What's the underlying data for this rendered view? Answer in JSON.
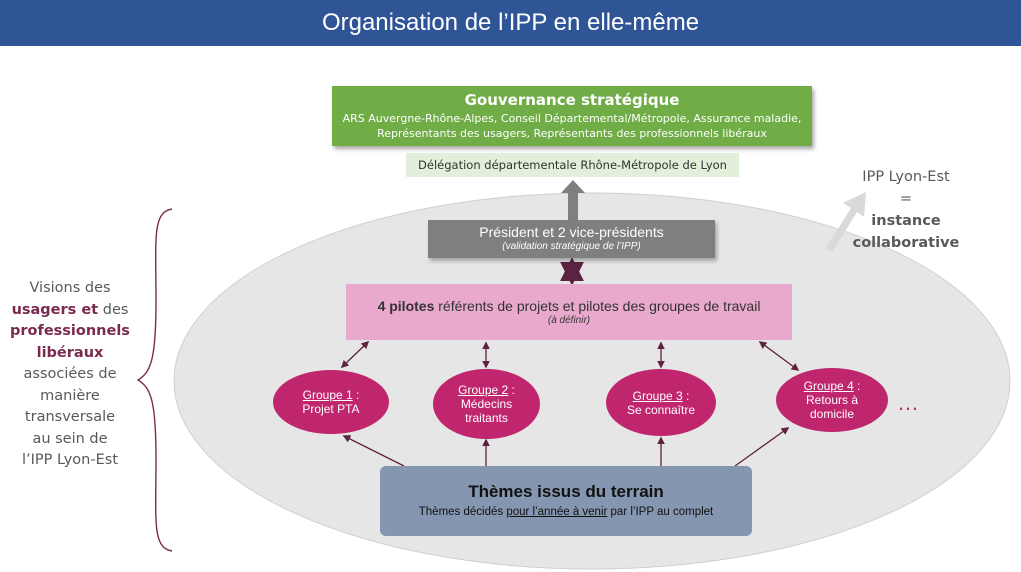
{
  "title": "Organisation de l’IPP en elle-même",
  "colors": {
    "title_bar": "#2f5597",
    "gouvernance": "#70ad47",
    "delegation": "#e2efda",
    "president": "#7f7f7f",
    "pilotes": "#e9a9cc",
    "groupe": "#c0266e",
    "themes": "#8496b0",
    "ellipse": "#e7e6e6"
  },
  "gouvernance": {
    "title": "Gouvernance stratégique",
    "subtitle": "ARS Auvergne-Rhône-Alpes, Conseil Départemental/Métropole, Assurance maladie, Représentants des usagers, Représentants des professionnels libéraux"
  },
  "delegation": "Délégation départementale Rhône-Métropole de Lyon",
  "president": {
    "title": "Président et 2 vice-présidents",
    "subtitle": "(validation stratégique de l’IPP)"
  },
  "pilotes": {
    "bold": "4 pilotes",
    "rest": " référents de projets et pilotes des groupes de travail",
    "subtitle": "(à définir)"
  },
  "groups": [
    {
      "label": "Groupe 1",
      "suffix": " :",
      "line1": "Projet PTA",
      "line2": ""
    },
    {
      "label": "Groupe 2",
      "suffix": " :",
      "line1": "Médecins",
      "line2": "traitants"
    },
    {
      "label": "Groupe 3",
      "suffix": " :",
      "line1": "Se connaître",
      "line2": ""
    },
    {
      "label": "Groupe 4",
      "suffix": " :",
      "line1": "Retours à",
      "line2": "domicile"
    }
  ],
  "ellipsis": "…",
  "themes": {
    "title": "Thèmes issus du terrain",
    "sub_before": "Thèmes décidés ",
    "sub_underlined": "pour l’année à venir",
    "sub_after": " par l’IPP au complet"
  },
  "ipp_note": {
    "line1": "IPP Lyon-Est",
    "line2": "=",
    "line3": "instance",
    "line4": "collaborative"
  },
  "visions": {
    "l1": "Visions des",
    "l2_bold1": "usagers",
    "l2_bold2": " et",
    "l2_normal": " des",
    "l3_bold": "professionnels",
    "l4_bold": "libéraux",
    "l5": "associées de",
    "l6": "manière",
    "l7": "transversale",
    "l8": "au sein de",
    "l9": "l’IPP Lyon-Est"
  }
}
